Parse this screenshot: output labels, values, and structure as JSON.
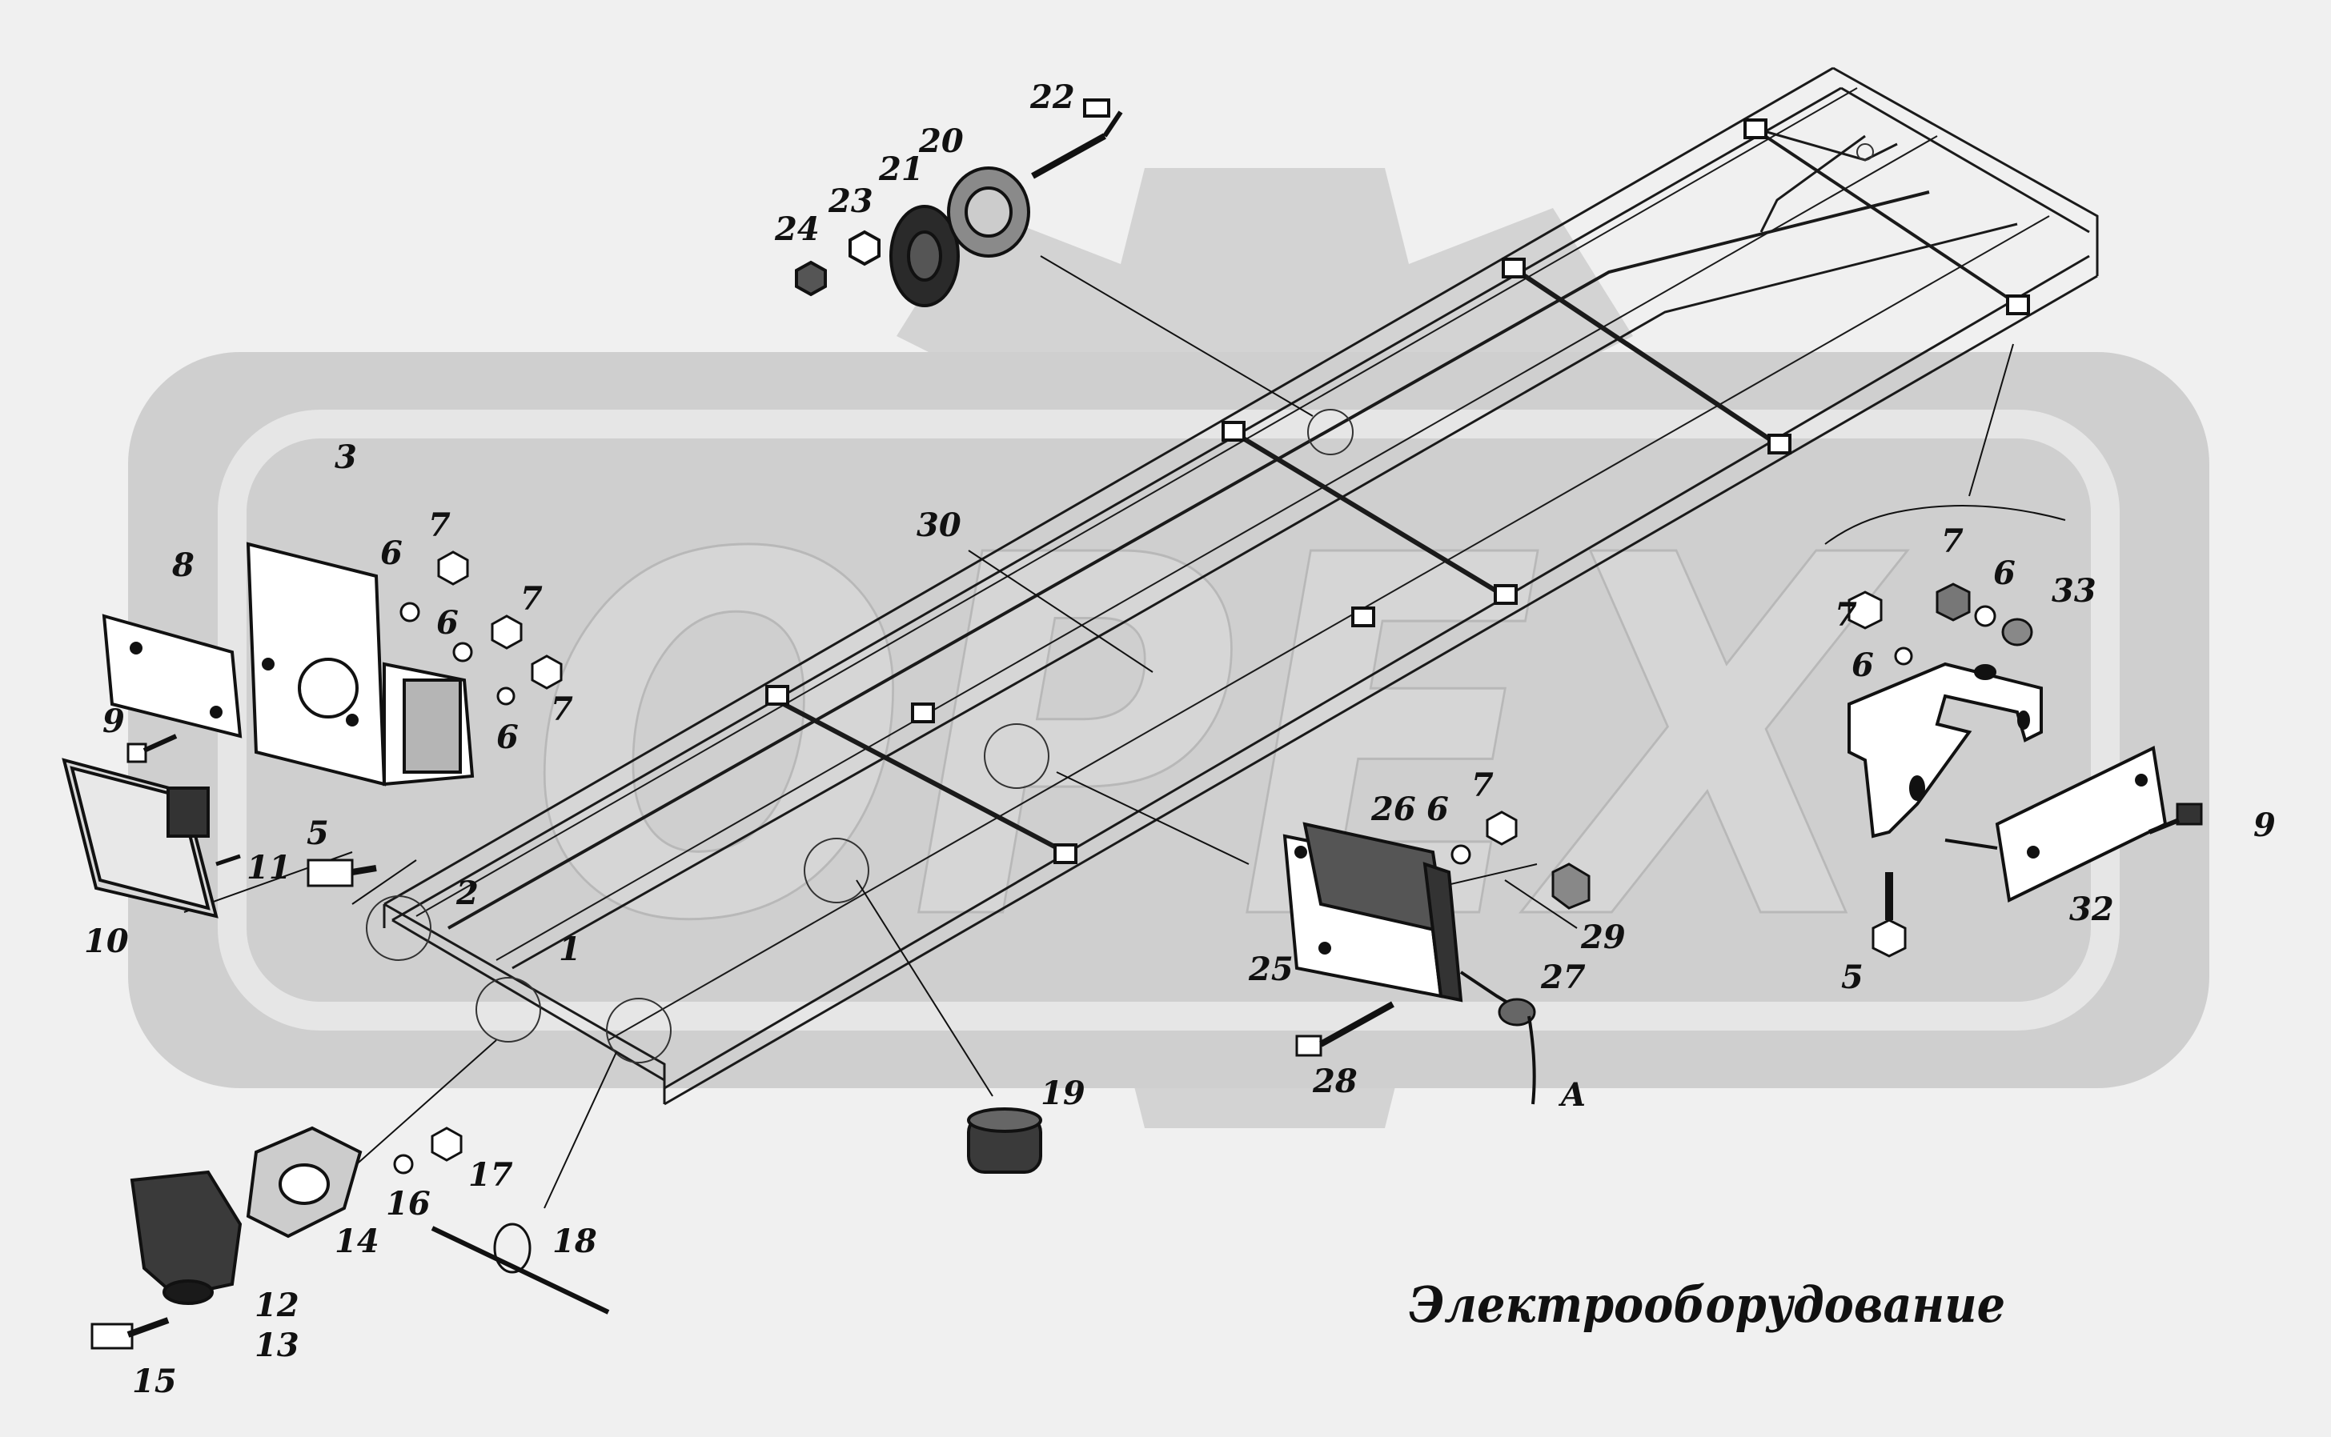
{
  "title": "Электрооборудование",
  "watermark": "OPEX",
  "callouts": [
    {
      "id": "lbl-1",
      "text": "1"
    },
    {
      "id": "lbl-2",
      "text": "2"
    },
    {
      "id": "lbl-3",
      "text": "3"
    },
    {
      "id": "lbl-5a",
      "text": "5"
    },
    {
      "id": "lbl-5b",
      "text": "5"
    },
    {
      "id": "lbl-6a",
      "text": "6"
    },
    {
      "id": "lbl-6b",
      "text": "6"
    },
    {
      "id": "lbl-6c",
      "text": "6"
    },
    {
      "id": "lbl-6d",
      "text": "6"
    },
    {
      "id": "lbl-6e",
      "text": "6"
    },
    {
      "id": "lbl-6f",
      "text": "6"
    },
    {
      "id": "lbl-7a",
      "text": "7"
    },
    {
      "id": "lbl-7b",
      "text": "7"
    },
    {
      "id": "lbl-7c",
      "text": "7"
    },
    {
      "id": "lbl-7d",
      "text": "7"
    },
    {
      "id": "lbl-7e",
      "text": "7"
    },
    {
      "id": "lbl-7f",
      "text": "7"
    },
    {
      "id": "lbl-8",
      "text": "8"
    },
    {
      "id": "lbl-9a",
      "text": "9"
    },
    {
      "id": "lbl-9b",
      "text": "9"
    },
    {
      "id": "lbl-10",
      "text": "10"
    },
    {
      "id": "lbl-11",
      "text": "11"
    },
    {
      "id": "lbl-12",
      "text": "12"
    },
    {
      "id": "lbl-13",
      "text": "13"
    },
    {
      "id": "lbl-14",
      "text": "14"
    },
    {
      "id": "lbl-15",
      "text": "15"
    },
    {
      "id": "lbl-16",
      "text": "16"
    },
    {
      "id": "lbl-17",
      "text": "17"
    },
    {
      "id": "lbl-18",
      "text": "18"
    },
    {
      "id": "lbl-19",
      "text": "19"
    },
    {
      "id": "lbl-20",
      "text": "20"
    },
    {
      "id": "lbl-21",
      "text": "21"
    },
    {
      "id": "lbl-22",
      "text": "22"
    },
    {
      "id": "lbl-23",
      "text": "23"
    },
    {
      "id": "lbl-24",
      "text": "24"
    },
    {
      "id": "lbl-25",
      "text": "25"
    },
    {
      "id": "lbl-26",
      "text": "26"
    },
    {
      "id": "lbl-27",
      "text": "27"
    },
    {
      "id": "lbl-28",
      "text": "28"
    },
    {
      "id": "lbl-29",
      "text": "29"
    },
    {
      "id": "lbl-30",
      "text": "30"
    },
    {
      "id": "lbl-32",
      "text": "32"
    },
    {
      "id": "lbl-33",
      "text": "33"
    },
    {
      "id": "lbl-A",
      "text": "A"
    }
  ]
}
